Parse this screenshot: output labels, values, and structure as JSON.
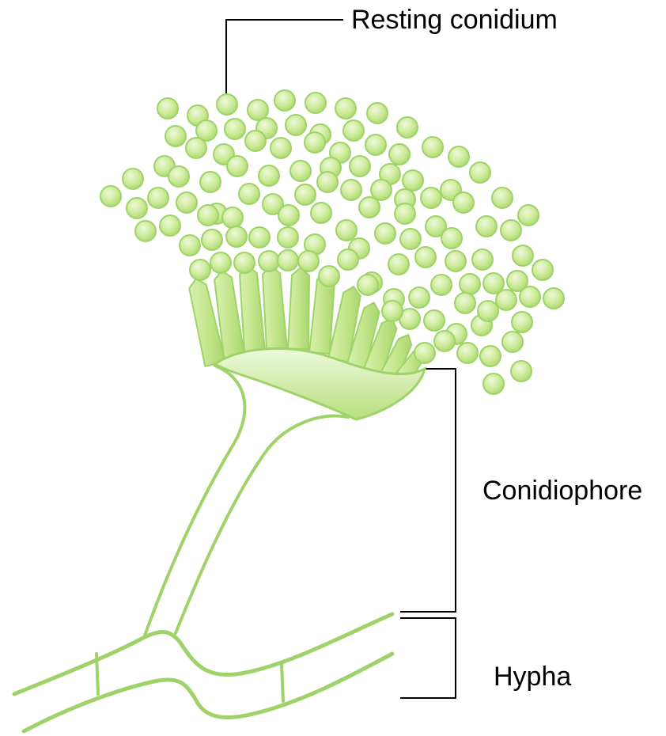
{
  "labels": {
    "resting_conidium": "Resting conidium",
    "conidiophore": "Conidiophore",
    "hypha": "Hypha"
  },
  "colors": {
    "outline": "#9fd36a",
    "fill_light": "#eaf7d5",
    "fill_mid": "#cdeb9a",
    "fill_dark": "#a8d768",
    "stroke": "#8cc35a",
    "leader": "#000000",
    "background": "#ffffff"
  },
  "components": [
    "conidia",
    "phialides",
    "vesicle",
    "conidiophore",
    "hypha",
    "septa",
    "leader-lines"
  ]
}
